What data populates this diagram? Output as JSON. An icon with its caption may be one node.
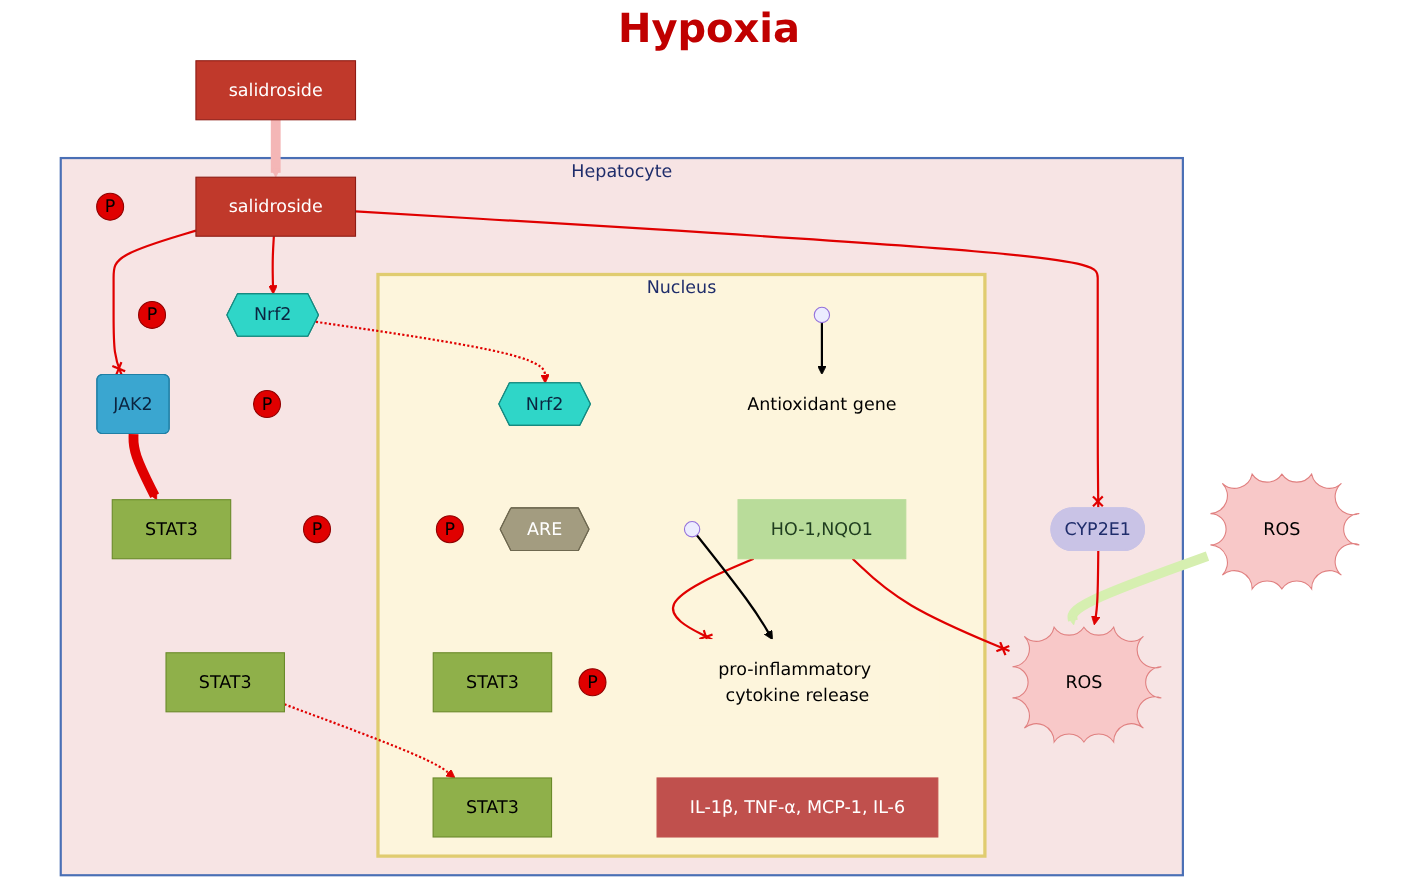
{
  "diagram": {
    "title": "Hypoxia",
    "nodes": [
      {
        "text": [
          "Hepatocyte"
        ]
      },
      {
        "text": [
          "salidroside"
        ]
      },
      {
        "text": [
          "ROS"
        ]
      },
      {
        "text": [
          "salidroside"
        ],
        "in": 0
      },
      {
        "text": [
          "JAK2"
        ],
        "in": 0
      },
      {
        "text": [
          "P"
        ],
        "in": 0
      },
      {
        "text": [
          "P"
        ],
        "in": 0
      },
      {
        "text": [
          "STAT3"
        ],
        "in": 0
      },
      {
        "text": [
          "STAT3"
        ],
        "in": 0
      },
      {
        "text": [
          "P"
        ],
        "in": 0
      },
      {
        "text": [
          "P"
        ],
        "in": 0
      },
      {
        "text": [
          "Nrf2"
        ],
        "in": 0
      },
      {
        "text": [
          "CYP2E1"
        ],
        "in": 0
      },
      {
        "text": [
          "ROS"
        ],
        "in": 0
      },
      {
        "text": [
          "Nucleus"
        ],
        "in": 0
      },
      {
        "text": [
          "Nrf2"
        ],
        "in": 14
      },
      {
        "text": [
          "ARE"
        ],
        "in": 14
      },
      {
        "text": [
          "Antioxidant gene"
        ],
        "in": 14
      },
      {
        "text": [
          "HO-1,NQO1"
        ],
        "in": 14
      },
      {
        "text": [
          "STAT3"
        ],
        "in": 14
      },
      {
        "text": [
          "STAT3"
        ],
        "in": 14
      },
      {
        "text": [
          "P"
        ],
        "in": 14
      },
      {
        "text": [
          "P"
        ],
        "in": 14
      },
      {
        "text": [
          "pro-inflammatory cytokine release"
        ],
        "in": 14
      },
      {
        "text": [
          "IL-1β, TNF-α, MCP-1, IL-6"
        ],
        "in": 14
      }
    ],
    "edges": [
      {
        "from": 1,
        "to": 3,
        "arrow": "to",
        "style": "thick",
        "color": "#f4b6b6"
      },
      {
        "from": 2,
        "to": 13,
        "arrow": "to",
        "style": "thick",
        "color": "#d6efb0"
      },
      {
        "from": 3,
        "to": 4,
        "arrow": "other"
      },
      {
        "from": 3,
        "to": 12,
        "arrow": "other"
      },
      {
        "from": 3,
        "to": 11,
        "arrow": "to"
      },
      {
        "from": 12,
        "to": 13,
        "arrow": "to"
      },
      {
        "from": 4,
        "to": 7,
        "arrow": "to",
        "style": "thick"
      },
      {
        "from": 8,
        "to": 20,
        "arrow": "to",
        "style": "dashed"
      },
      {
        "from": 11,
        "to": 15,
        "arrow": "to",
        "style": "dashed"
      },
      {
        "from": 18,
        "to": 13,
        "arrow": "other"
      },
      {
        "from": 18,
        "to": 23,
        "arrow": "other"
      },
      {
        "from": null,
        "to": 17,
        "arrow": "to",
        "color": "#000000"
      },
      {
        "from": null,
        "to": 23,
        "arrow": "to",
        "color": "#000000"
      }
    ]
  }
}
